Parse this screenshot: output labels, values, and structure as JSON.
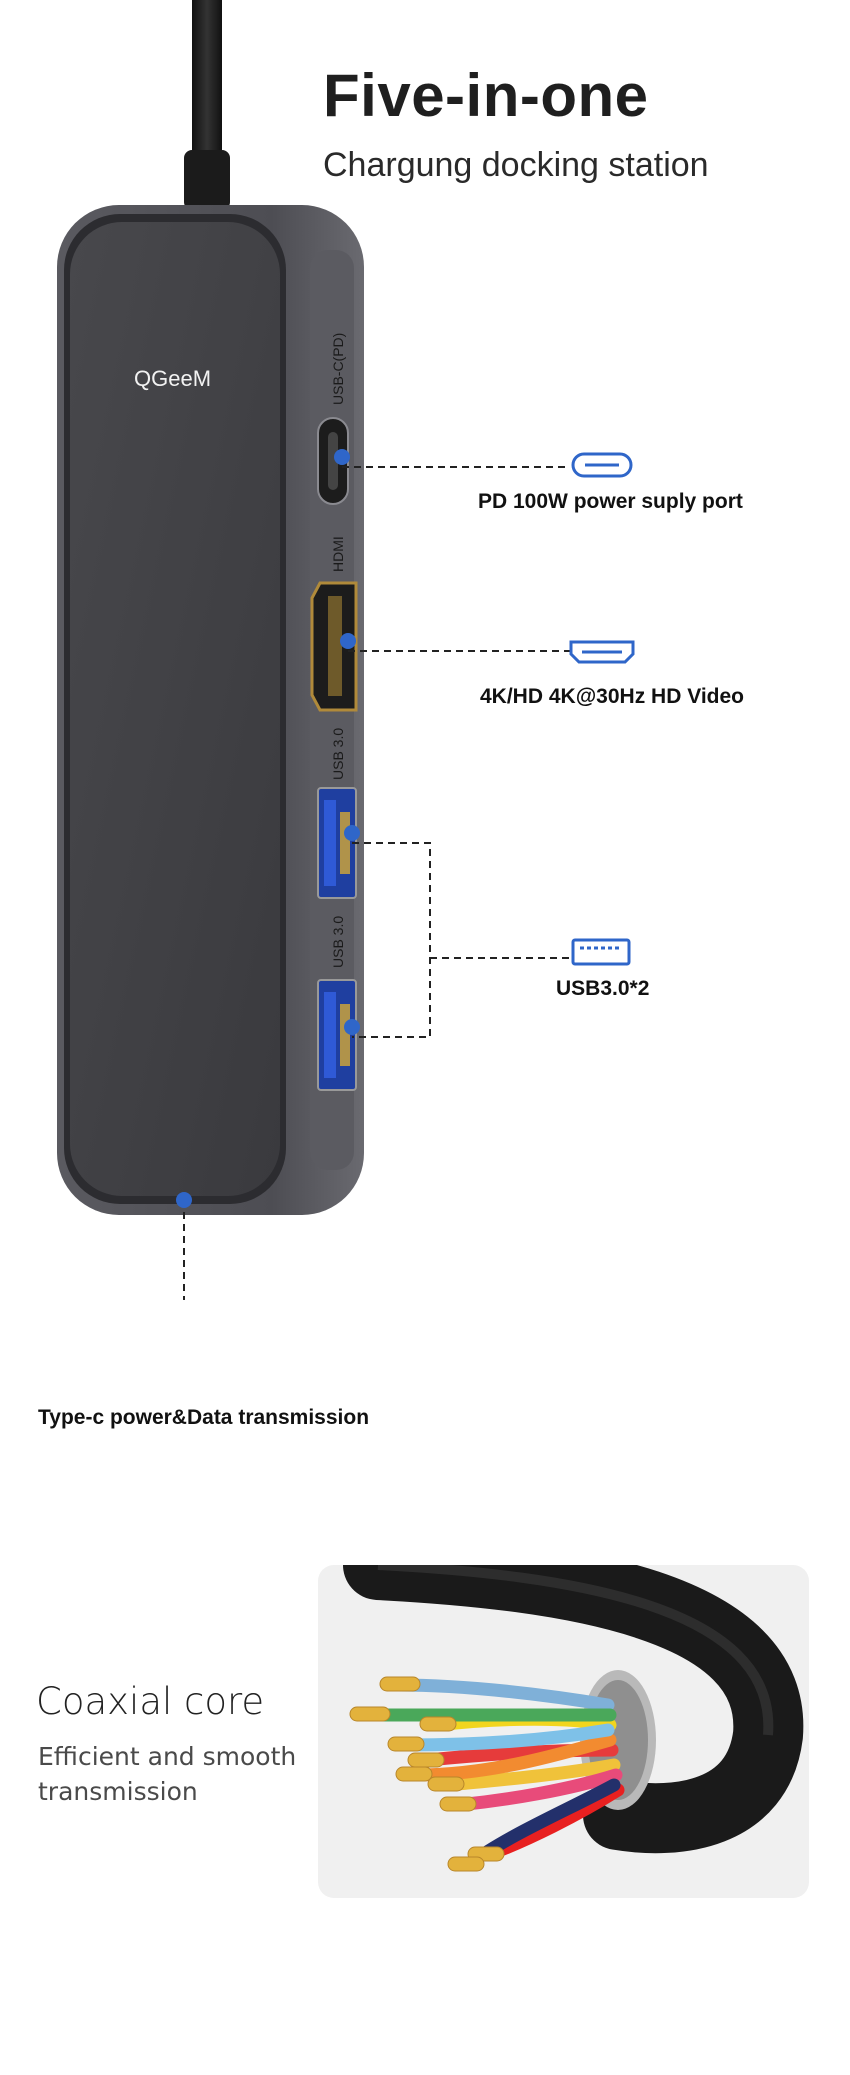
{
  "header": {
    "title": "Five-in-one",
    "subtitle": "Chargung docking station"
  },
  "device": {
    "brand": "QGeeM",
    "port_labels": [
      "USB-C(PD)",
      "HDMI",
      "USB 3.0",
      "USB 3.0"
    ]
  },
  "callouts": [
    {
      "label": "PD 100W power suply port",
      "icon": "usb-c-port-icon"
    },
    {
      "label": "4K/HD 4K@30Hz HD Video",
      "icon": "hdmi-port-icon"
    },
    {
      "label": "USB3.0*2",
      "icon": "usb-a-port-icon"
    },
    {
      "label": "Type-c power&Data transmission",
      "icon": "usb-c-port-icon"
    }
  ],
  "coaxial": {
    "title": "Coaxial core",
    "subtitle": "Efficient and smooth transmission"
  },
  "colors": {
    "accent_blue": "#2f66c9",
    "device_body": "#4a4a4f",
    "device_face": "#3c3c40"
  }
}
